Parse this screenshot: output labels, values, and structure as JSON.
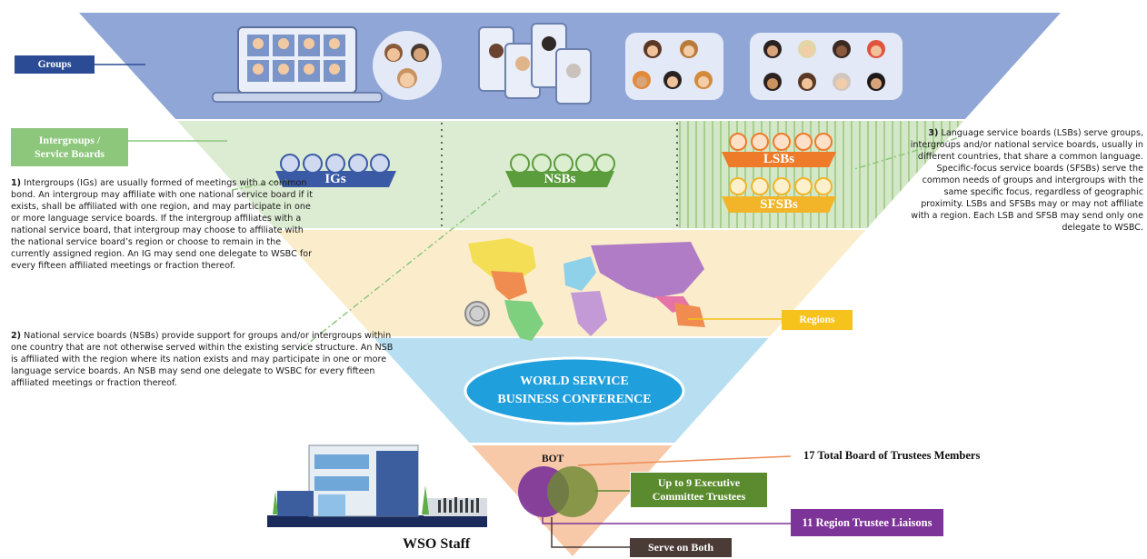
{
  "labels": {
    "groups": "Groups",
    "intergroups_line1": "Intergroups /",
    "intergroups_line2": "Service Boards",
    "igs": "IGs",
    "nsbs": "NSBs",
    "lsbs": "LSBs",
    "sfsbs": "SFSBs",
    "regions": "Regions",
    "wsbc_line1": "WORLD SERVICE",
    "wsbc_line2": "BUSINESS CONFERENCE",
    "bot": "BOT",
    "total_trustees": "17 Total Board of Trustees Members",
    "exec_line1": "Up to 9 Executive",
    "exec_line2": "Committee Trustees",
    "region_liaisons": "11 Region Trustee Liaisons",
    "serve_both": "Serve on Both",
    "wso_staff": "WSO Staff"
  },
  "notes": {
    "ig_num": "1)",
    "ig_text": "Intergroups (IGs) are usually formed of meetings with a common bond. An intergroup may affiliate with one national service board if it exists, shall be affiliated with one region, and may participate in one or more language service boards. If the intergroup affiliates with a national service board, that intergroup may choose to affiliate with the national service board’s region or choose to remain in the currently assigned region. An IG may send one delegate to WSBC for every fifteen affiliated meetings or fraction thereof.",
    "nsb_num": "2)",
    "nsb_text": "National service boards (NSBs) provide support for groups and/or intergroups within one country that are not otherwise served within the existing service structure. An NSB is affiliated with the region where its nation exists and may participate in one or more language service boards. An NSB may send one delegate to WSBC for every fifteen affiliated meetings or fraction thereof.",
    "lsb_num": "3)",
    "lsb_text": "Language service boards (LSBs) serve groups, intergroups and/or national service boards, usually in different countries, that share a common language. Specific-focus service boards (SFSBs) serve the common needs of groups and intergroups with the same specific focus, regardless of geographic proximity. LSBs and SFSBs may or may not affiliate with a region. Each LSB and SFSB may send only one delegate to WSBC."
  },
  "colors": {
    "groups_band": "#8fa6d6",
    "groups_label": "#2b4c94",
    "intergroups_band": "#d9ead0",
    "intergroups_label": "#8cc77c",
    "igs_banner": "#3b5aa6",
    "nsbs_banner": "#5b9c3c",
    "lsbs_banner": "#ee7b2a",
    "sfsbs_banner": "#f2b52a",
    "regions_band": "#fbeccb",
    "regions_label": "#f6c21c",
    "wsbc_band": "#b6def0",
    "wsbc_oval": "#1f9fdc",
    "bot_band": "#f6c7a7",
    "exec_label": "#5a8b2e",
    "liaison_label": "#7d3498",
    "serve_both_label": "#4a3b37"
  }
}
